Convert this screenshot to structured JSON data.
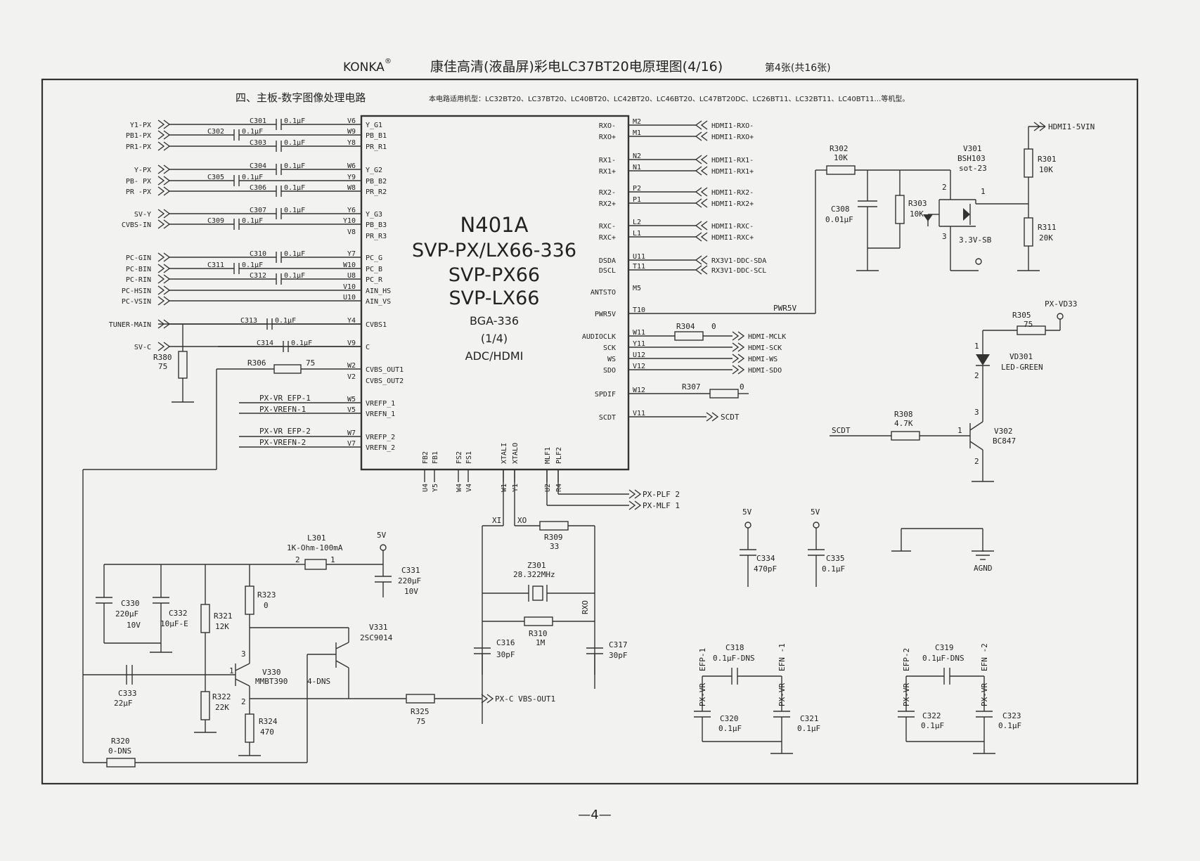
{
  "header": {
    "brand": "KONKA",
    "trademark": "®",
    "title": "康佳高清(液晶屏)彩电LC37BT20电原理图(4/16)",
    "sheet_no": "第4张(共16张)",
    "section": "四、主板-数字图像处理电路",
    "models": "本电路适用机型：LC32BT20、LC37BT20、LC40BT20、LC42BT20、LC46BT20、LC47BT20DC、LC26BT11、LC32BT11、LC40BT11…等机型。"
  },
  "ic": {
    "ref": "N401A",
    "part1": "SVP-PX/LX66-336",
    "part2": "SVP-PX66",
    "part3": "SVP-LX66",
    "package": "BGA-336",
    "unit": "(1/4)",
    "function": "ADC/HDMI",
    "left_pins": [
      {
        "num": "V6",
        "name": "Y_G1"
      },
      {
        "num": "W9",
        "name": "PB_B1"
      },
      {
        "num": "Y8",
        "name": "PR_R1"
      },
      {
        "num": "W6",
        "name": "Y_G2"
      },
      {
        "num": "Y9",
        "name": "PB_B2"
      },
      {
        "num": "W8",
        "name": "PR_R2"
      },
      {
        "num": "Y6",
        "name": "Y_G3"
      },
      {
        "num": "Y10",
        "name": "PB_B3"
      },
      {
        "num": "V8",
        "name": "PR_R3"
      },
      {
        "num": "Y7",
        "name": "PC_G"
      },
      {
        "num": "W10",
        "name": "PC_B"
      },
      {
        "num": "U8",
        "name": "PC_R"
      },
      {
        "num": "V10",
        "name": "AIN_HS"
      },
      {
        "num": "U10",
        "name": "AIN_VS"
      },
      {
        "num": "Y4",
        "name": "CVBS1"
      },
      {
        "num": "V9",
        "name": "C"
      },
      {
        "num": "W2",
        "name": "CVBS_OUT1"
      },
      {
        "num": "V2",
        "name": "CVBS_OUT2"
      },
      {
        "num": "W5",
        "name": "VREFP_1"
      },
      {
        "num": "V5",
        "name": "VREFN_1"
      },
      {
        "num": "W7",
        "name": "VREFP_2"
      },
      {
        "num": "V7",
        "name": "VREFN_2"
      }
    ],
    "right_pins": [
      {
        "num": "M2",
        "name": "RXO-"
      },
      {
        "num": "M1",
        "name": "RXO+"
      },
      {
        "num": "N2",
        "name": "RX1-"
      },
      {
        "num": "N1",
        "name": "RX1+"
      },
      {
        "num": "P2",
        "name": "RX2-"
      },
      {
        "num": "P1",
        "name": "RX2+"
      },
      {
        "num": "L2",
        "name": "RXC-"
      },
      {
        "num": "L1",
        "name": "RXC+"
      },
      {
        "num": "U11",
        "name": "DSDA"
      },
      {
        "num": "T11",
        "name": "DSCL"
      },
      {
        "num": "M5",
        "name": "ANTSTO"
      },
      {
        "num": "T10",
        "name": "PWR5V"
      },
      {
        "num": "W11",
        "name": "AUDIOCLK"
      },
      {
        "num": "Y11",
        "name": "SCK"
      },
      {
        "num": "U12",
        "name": "WS"
      },
      {
        "num": "V12",
        "name": "SDO"
      },
      {
        "num": "W12",
        "name": "SPDIF"
      },
      {
        "num": "V11",
        "name": "SCDT"
      }
    ],
    "bottom_pins": [
      {
        "num": "U4",
        "name": "FB2"
      },
      {
        "num": "Y5",
        "name": "FB1"
      },
      {
        "num": "W4",
        "name": "FS2"
      },
      {
        "num": "V4",
        "name": "FS1"
      },
      {
        "num": "W1",
        "name": "XTALI"
      },
      {
        "num": "Y1",
        "name": "XTALO"
      },
      {
        "num": "U2",
        "name": "MLF1"
      },
      {
        "num": "R4",
        "name": "PLF2"
      }
    ]
  },
  "left_inputs": [
    "Y1-PX",
    "PB1-PX",
    "PR1-PX",
    "Y-PX",
    "PB- PX",
    "PR -PX",
    "SV-Y",
    "CVBS-IN",
    "PC-GIN",
    "PC-BIN",
    "PC-RIN",
    "PC-HSIN",
    "PC-VSIN",
    "TUNER-MAIN",
    "SV-C"
  ],
  "input_caps": [
    {
      "ref": "C301",
      "val": "0.1μF"
    },
    {
      "ref": "C302",
      "val": "0.1μF"
    },
    {
      "ref": "C303",
      "val": "0.1μF"
    },
    {
      "ref": "C304",
      "val": "0.1μF"
    },
    {
      "ref": "C305",
      "val": "0.1μF"
    },
    {
      "ref": "C306",
      "val": "0.1μF"
    },
    {
      "ref": "C307",
      "val": "0.1μF"
    },
    {
      "ref": "C309",
      "val": "0.1μF"
    },
    {
      "ref": "C310",
      "val": "0.1μF"
    },
    {
      "ref": "C311",
      "val": "0.1μF"
    },
    {
      "ref": "C312",
      "val": "0.1μF"
    },
    {
      "ref": "C313",
      "val": "0.1μF"
    },
    {
      "ref": "C314",
      "val": "0.1μF"
    }
  ],
  "left_misc": {
    "r380_ref": "R380",
    "r380_val": "75",
    "r306_ref": "R306",
    "r306_val": "75"
  },
  "vref_nets": [
    "PX-VR  EFP-1",
    "PX-VREFN-1",
    "PX-VR  EFP-2",
    "PX-VREFN-2"
  ],
  "hdmi_nets": [
    "HDMI1-RXO-",
    "HDMI1-RXO+",
    "HDMI1-RX1-",
    "HDMI1-RX1+",
    "HDMI1-RX2-",
    "HDMI1-RX2+",
    "HDMI1-RXC-",
    "HDMI1-RXC+",
    "RX3V1-DDC-SDA",
    "RX3V1-DDC-SCL"
  ],
  "audio_nets": [
    "HDMI-MCLK",
    "HDMI-SCK",
    "HDMI-WS",
    "HDMI-SDO"
  ],
  "right_misc": {
    "r304_ref": "R304",
    "r304_val": "0",
    "r307_ref": "R307",
    "r307_val": "0",
    "scdt_net": "SCDT",
    "pwr5v_net": "PWR5V",
    "plf_net": "PX-PLF  2",
    "mlf_net": "PX-MLF  1"
  },
  "power_switch": {
    "vin_net": "HDMI1-5VIN",
    "r302_ref": "R302",
    "r302_val": "10K",
    "r303_ref": "R303",
    "r303_val": "10K",
    "c308_ref": "C308",
    "c308_val": "0.01μF",
    "v301_ref": "V301",
    "v301_part": "BSH103",
    "v301_pkg": "sot-23",
    "v301_pin2": "2",
    "v301_pin1": "1",
    "v301_pin3": "3",
    "out_net": "3.3V-SB",
    "r301_ref": "R301",
    "r301_val": "10K",
    "r311_ref": "R311",
    "r311_val": "20K"
  },
  "led_block": {
    "rail": "PX-VD33",
    "r305_ref": "R305",
    "r305_val": "75",
    "vd301_ref": "VD301",
    "vd301_part": "LED-GREEN",
    "pin1": "1",
    "pin2": "2",
    "r308_ref": "R308",
    "r308_val": "4.7K",
    "scdt": "SCDT",
    "v302_ref": "V302",
    "v302_part": "BC847",
    "q_pin1": "1",
    "q_pin2": "2",
    "q_pin3": "3"
  },
  "crystal_block": {
    "xi": "XI",
    "xo": "XO",
    "r309_ref": "R309",
    "r309_val": "33",
    "z301_ref": "Z301",
    "z301_val": "28.322MHz",
    "rxo": "RXO",
    "r310_ref": "R310",
    "r310_val": "1M",
    "c316_ref": "C316",
    "c316_val": "30pF",
    "c317_ref": "C317",
    "c317_val": "30pF"
  },
  "decoupling": {
    "rail": "5V",
    "c334_ref": "C334",
    "c334_val": "470pF",
    "c335_ref": "C335",
    "c335_val": "0.1μF",
    "agnd": "AGND"
  },
  "buffer_block": {
    "l301_ref": "L301",
    "l301_val": "1K-Ohm-100mA",
    "l_pin2": "2",
    "l_pin1": "1",
    "rail": "5V",
    "c331_ref": "C331",
    "c331_val": "220μF",
    "c331_v": "10V",
    "c330_ref": "C330",
    "c330_val": "220μF",
    "c330_v": "10V",
    "c332_ref": "C332",
    "c332_val": "10μF-E",
    "r321_ref": "R321",
    "r321_val": "12K",
    "r323_ref": "R323",
    "r323_val": "0",
    "v331_ref": "V331",
    "v331_part": "2SC9014",
    "v330_ref": "V330",
    "v330_part": "MMBT390",
    "v330_note": "4-DNS",
    "q_pin1": "1",
    "q_pin2": "2",
    "q_pin3": "3",
    "c333_ref": "C333",
    "c333_val": "22μF",
    "r322_ref": "R322",
    "r322_val": "22K",
    "r324_ref": "R324",
    "r324_val": "470",
    "r325_ref": "R325",
    "r325_val": "75",
    "out_net": "PX-C VBS-OUT1",
    "r320_ref": "R320",
    "r320_val": "0-DNS"
  },
  "vref_caps": {
    "efp1": "EFP-1",
    "efn1": "EFN -1",
    "pxvr": "PX-VR",
    "c318_ref": "C318",
    "c318_val": "0.1μF-DNS",
    "c320_ref": "C320",
    "c320_val": "0.1μF",
    "c321_ref": "C321",
    "c321_val": "0.1μF",
    "efp2": "EFP-2",
    "efn2": "EFN -2",
    "c319_ref": "C319",
    "c319_val": "0.1μF-DNS",
    "c322_ref": "C322",
    "c322_val": "0.1μF",
    "c323_ref": "C323",
    "c323_val": "0.1μF"
  },
  "footer": {
    "page": "—4—"
  }
}
